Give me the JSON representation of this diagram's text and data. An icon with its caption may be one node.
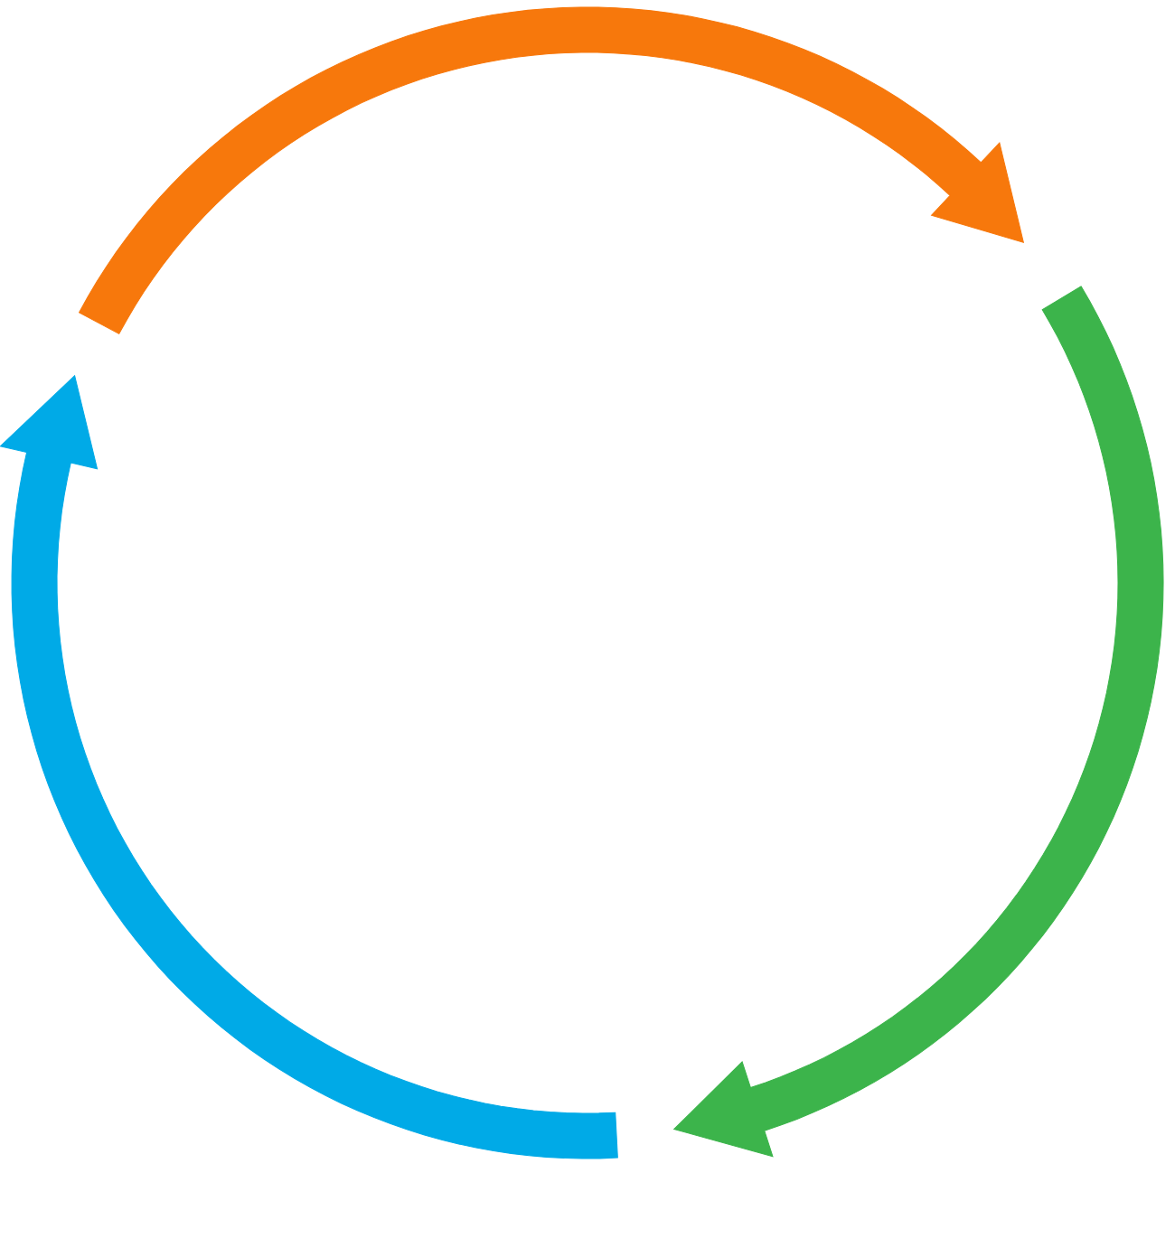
{
  "diagram": {
    "nodes": [
      {
        "text": [],
        "shape": "arrow"
      },
      {
        "text": [],
        "shape": "arrow"
      },
      {
        "text": [],
        "shape": "arrow"
      }
    ]
  }
}
